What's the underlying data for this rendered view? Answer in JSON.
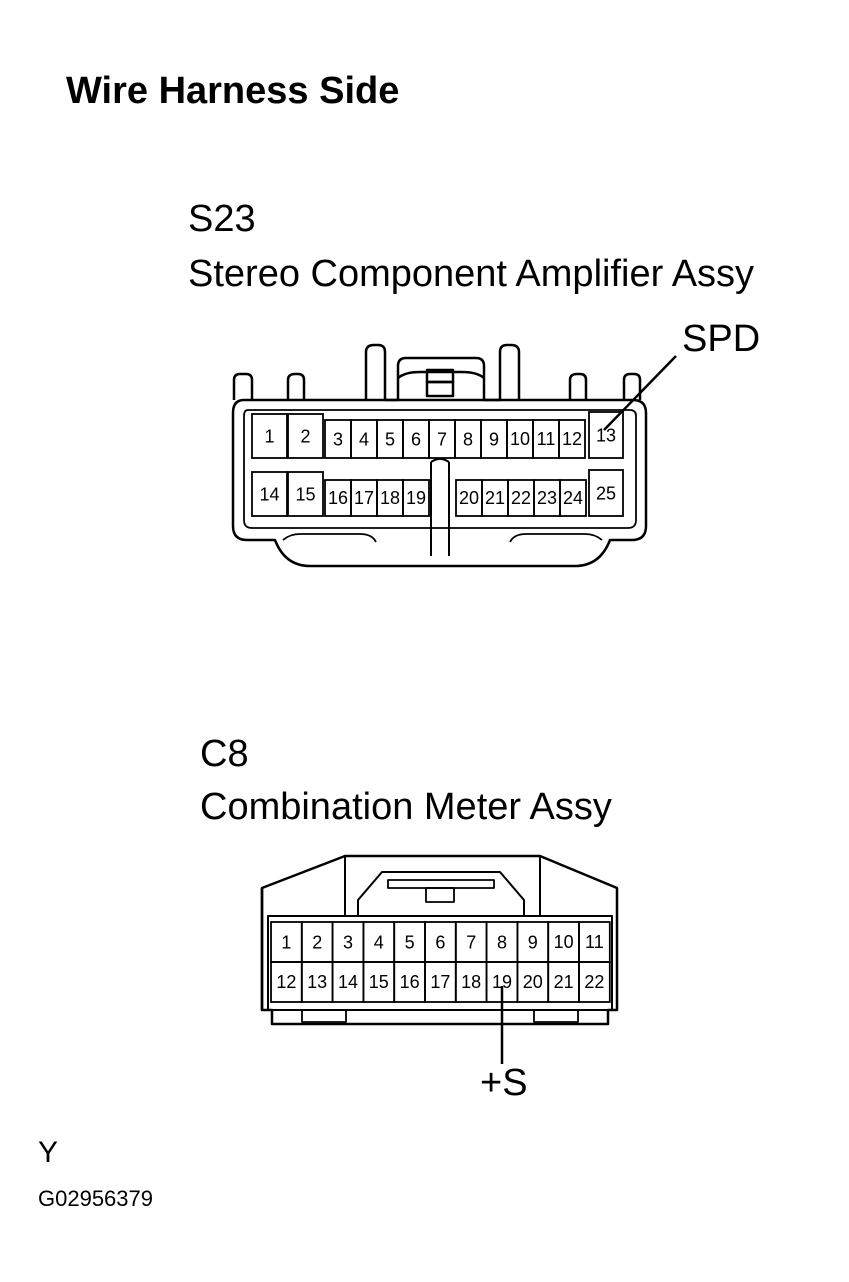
{
  "title": "Wire Harness Side",
  "connectors": [
    {
      "code": "S23",
      "name": "Stereo Component Amplifier Assy",
      "pins": [
        "1",
        "2",
        "3",
        "4",
        "5",
        "6",
        "7",
        "8",
        "9",
        "10",
        "11",
        "12",
        "13",
        "14",
        "15",
        "16",
        "17",
        "18",
        "19",
        "20",
        "21",
        "22",
        "23",
        "24",
        "25"
      ],
      "callout": {
        "label": "SPD",
        "pin": "13"
      }
    },
    {
      "code": "C8",
      "name": "Combination Meter Assy",
      "pins": [
        "1",
        "2",
        "3",
        "4",
        "5",
        "6",
        "7",
        "8",
        "9",
        "10",
        "11",
        "12",
        "13",
        "14",
        "15",
        "16",
        "17",
        "18",
        "19",
        "20",
        "21",
        "22"
      ],
      "callout": {
        "label": "+S",
        "pin": "19"
      }
    }
  ],
  "footer": {
    "view_letter": "Y",
    "figure_id": "G02956379"
  }
}
